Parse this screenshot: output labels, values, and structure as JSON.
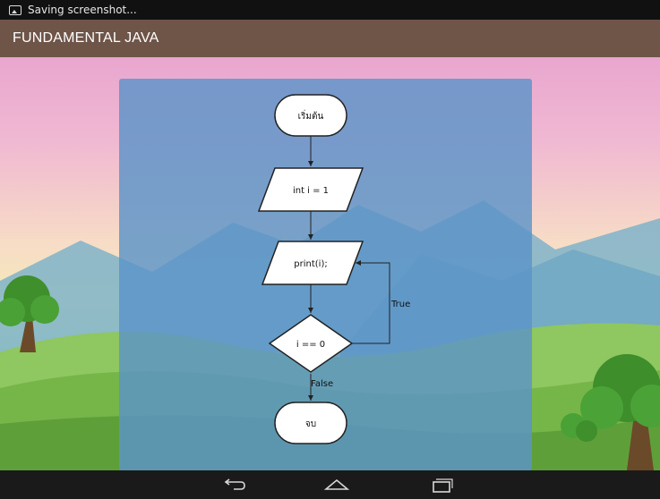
{
  "status_bar": {
    "notification_icon": "image-icon",
    "text": "Saving screenshot..."
  },
  "action_bar": {
    "title": "FUNDAMENTAL JAVA"
  },
  "flowchart": {
    "nodes": {
      "start": "เริ่มต้น",
      "declare": "int i = 1",
      "print": "print(i);",
      "condition": "i == 0",
      "end": "จบ"
    },
    "edges": {
      "true_label": "True",
      "false_label": "False"
    }
  },
  "nav_bar": {
    "back_icon": "back-arrow-icon",
    "home_icon": "home-icon",
    "recents_icon": "recent-apps-icon"
  }
}
